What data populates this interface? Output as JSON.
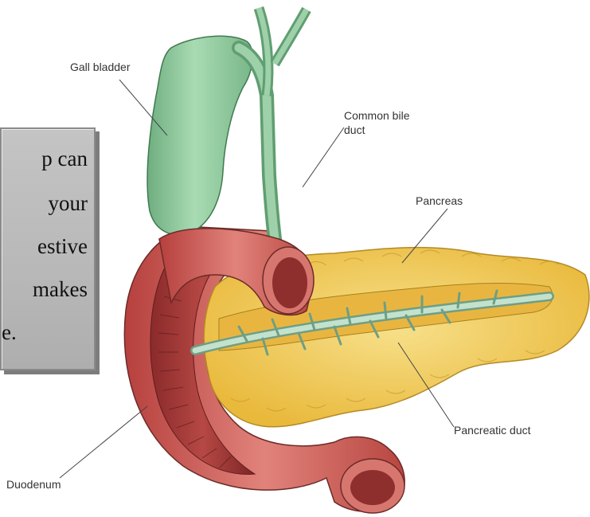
{
  "labels": {
    "gall_bladder": "Gall bladder",
    "common_bile_duct_line1": "Common bile",
    "common_bile_duct_line2": "duct",
    "pancreas": "Pancreas",
    "pancreatic_duct": "Pancreatic duct",
    "duodenum": "Duodenum"
  },
  "callout": {
    "lines": [
      "p can",
      "your",
      "estive",
      "makes",
      "e."
    ]
  },
  "colors": {
    "gallbladder": "#8cc79a",
    "pancreas": "#f3cf5e",
    "duodenum": "#c9544f",
    "duct": "#b8d8c2",
    "callout_bg": "#bdbdbd"
  }
}
